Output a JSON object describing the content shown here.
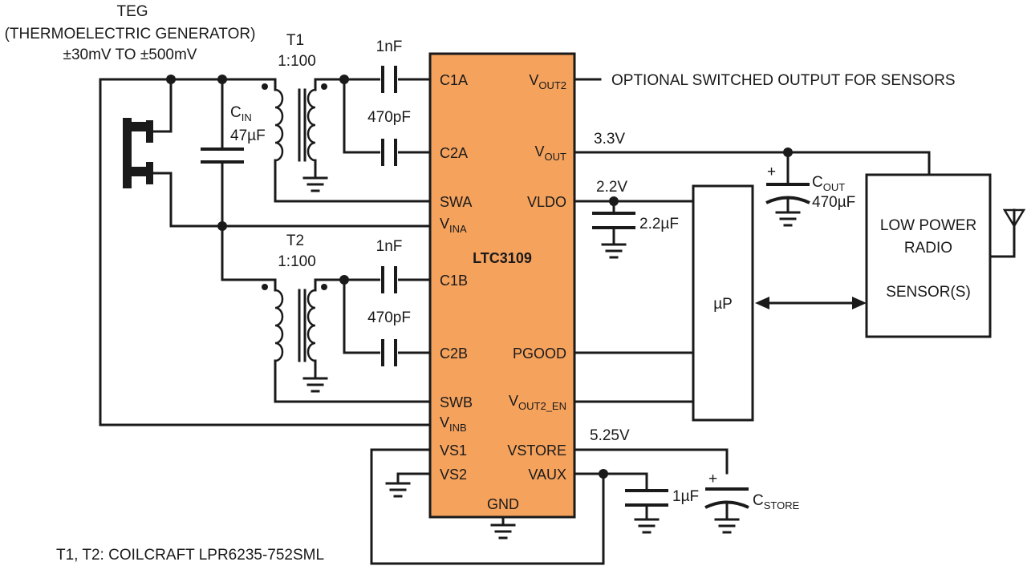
{
  "teg": {
    "title": "TEG",
    "subtitle": "(THERMOELECTRIC GENERATOR)",
    "range": "±30mV TO ±500mV"
  },
  "transformers": {
    "t1": {
      "name": "T1",
      "ratio": "1:100"
    },
    "t2": {
      "name": "T2",
      "ratio": "1:100"
    },
    "note": "T1, T2: COILCRAFT LPR6235-752SML"
  },
  "components": {
    "cin": {
      "name": "C",
      "sub": "IN",
      "value": "47µF"
    },
    "c1a": "1nF",
    "c2a": "470pF",
    "c1b": "1nF",
    "c2b": "470pF",
    "cldo": "2.2µF",
    "cout": {
      "name": "C",
      "sub": "OUT",
      "value": "470µF"
    },
    "caux": "1µF",
    "cstore": {
      "name": "C",
      "sub": "STORE"
    },
    "plus": "+"
  },
  "chip": {
    "name": "LTC3109",
    "color": "#F5A25D",
    "pins_left": {
      "c1a": "C1A",
      "c2a": "C2A",
      "swa": "SWA",
      "vina": {
        "main": "V",
        "sub": "INA"
      },
      "c1b": "C1B",
      "c2b": "C2B",
      "swb": "SWB",
      "vinb": {
        "main": "V",
        "sub": "INB"
      },
      "vs1": "VS1",
      "vs2": "VS2"
    },
    "pins_right": {
      "vout2": {
        "main": "V",
        "sub": "OUT2"
      },
      "vout": {
        "main": "V",
        "sub": "OUT"
      },
      "vldo": "VLDO",
      "pgood": "PGOOD",
      "vout2_en": {
        "main": "V",
        "sub": "OUT2_EN"
      },
      "vstore": "VSTORE",
      "vaux": "VAUX"
    },
    "pin_bottom": "GND"
  },
  "voltages": {
    "vout": "3.3V",
    "vldo": "2.2V",
    "vstore": "5.25V"
  },
  "optional_output": "OPTIONAL SWITCHED OUTPUT FOR SENSORS",
  "mcu": {
    "label": "µP"
  },
  "radio": {
    "line1": "LOW POWER",
    "line2": "RADIO",
    "line3": "SENSOR(S)"
  }
}
